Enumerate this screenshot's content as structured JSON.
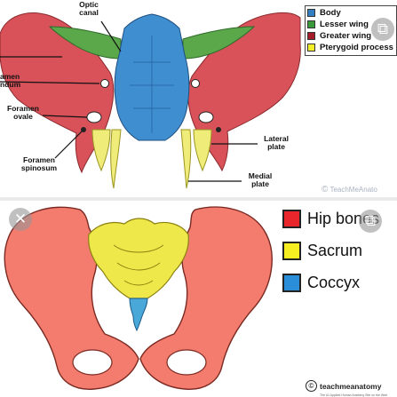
{
  "top_diagram": {
    "labels": {
      "optic_canal": "Optic canal",
      "foramen_rotundum": "amen ndum",
      "foramen_ovale": "Foramen ovale",
      "foramen_spinosum": "Foramen spinosum",
      "lateral_plate": "Lateral plate",
      "medial_plate": "Medial plate"
    },
    "legend": [
      {
        "label": "Body",
        "color": "#2f7fc1"
      },
      {
        "label": "Lesser wing",
        "color": "#3a9a3a"
      },
      {
        "label": "Greater wing",
        "color": "#a31a28"
      },
      {
        "label": "Pterygoid process",
        "color": "#f2ef2a"
      }
    ],
    "watermark": "TeachMeAnato"
  },
  "bottom_diagram": {
    "legend": [
      {
        "label": "Hip bones",
        "color": "#e8262b"
      },
      {
        "label": "Sacrum",
        "color": "#f7ee22"
      },
      {
        "label": "Coccyx",
        "color": "#2a8fd8"
      }
    ],
    "credit": "teachmeanatomy",
    "credit_sub": "The #1 Applied Human Anatomy Site on the Web",
    "copyright_symbol": "©"
  },
  "colors": {
    "sphenoid_red": "#d9525a",
    "sphenoid_blue": "#3f8fd0",
    "sphenoid_green": "#5aa84a",
    "sphenoid_yellow": "#f0ec7a",
    "pelvis_red": "#f47c6e",
    "pelvis_yellow": "#efe84a",
    "pelvis_blue": "#4aa8d8"
  },
  "controls": {
    "close_symbol": "✕",
    "share_symbol": "⧉"
  }
}
